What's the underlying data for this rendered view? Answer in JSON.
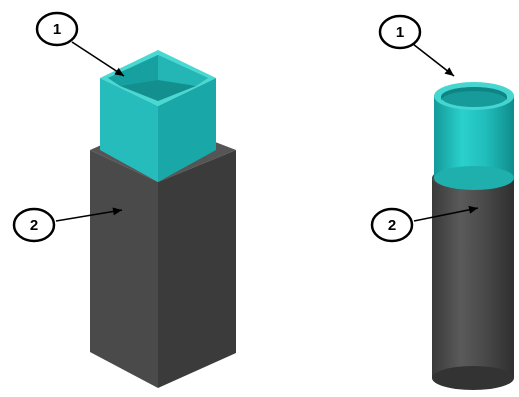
{
  "callouts": [
    {
      "id": "left-1",
      "label": "1"
    },
    {
      "id": "left-2",
      "label": "2"
    },
    {
      "id": "right-1",
      "label": "1"
    },
    {
      "id": "right-2",
      "label": "2"
    }
  ],
  "colors": {
    "inner_tube": "#22b8b8",
    "outer_tube": "#4a4a4a",
    "callout_stroke": "#000000",
    "background": "#ffffff"
  }
}
